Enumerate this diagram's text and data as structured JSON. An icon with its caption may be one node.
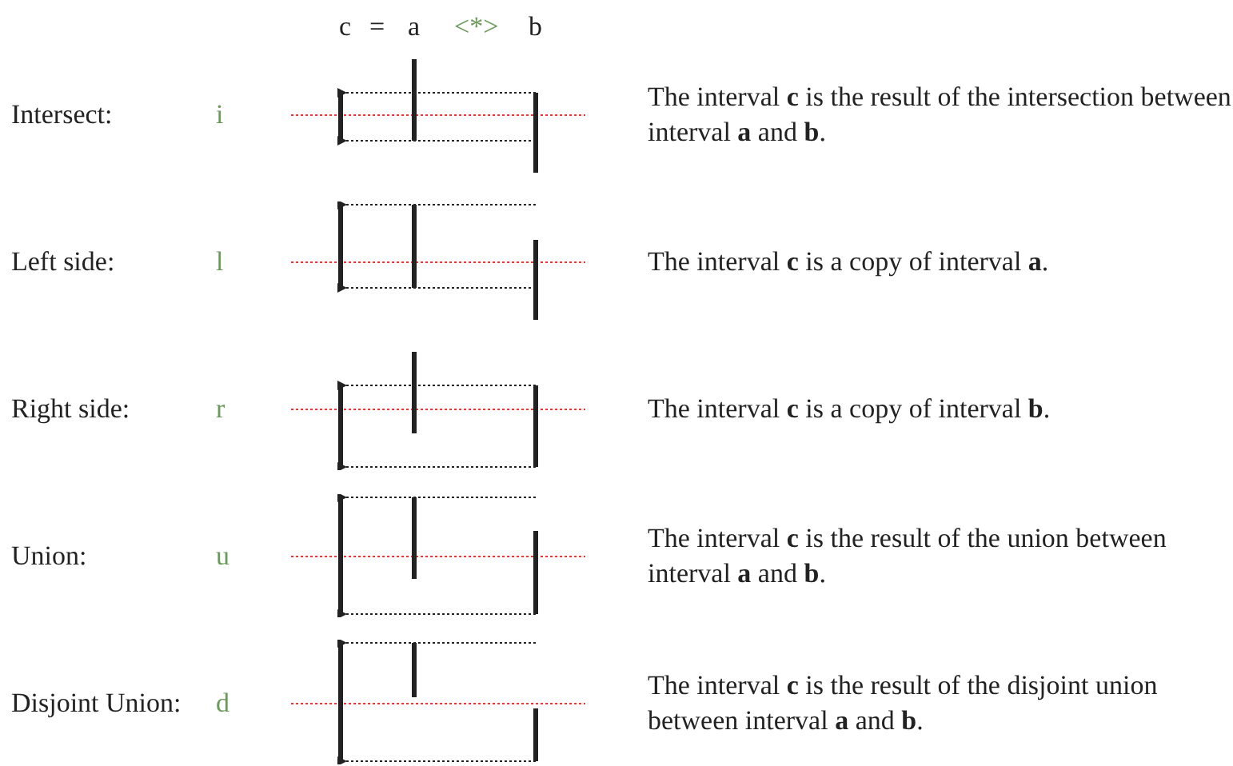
{
  "diagram": {
    "labels": [
      "c",
      "=",
      "a",
      "<*>",
      "b",
      "Intersect:",
      "i",
      "The interval **c** is the result of the intersection between interval **a** and **b**.",
      "Left side:",
      "l",
      "The interval **c** is a copy of interval **a**.",
      "Right side:",
      "r",
      "The interval **c** is a copy of interval **b**.",
      "Union:",
      "u",
      "The interval **c** is the result of the union between interval **a** and **b**.",
      "Disjoint Union:",
      "d",
      "The interval **c** is the result of the disjoint union between interval **a** and **b**."
    ]
  }
}
